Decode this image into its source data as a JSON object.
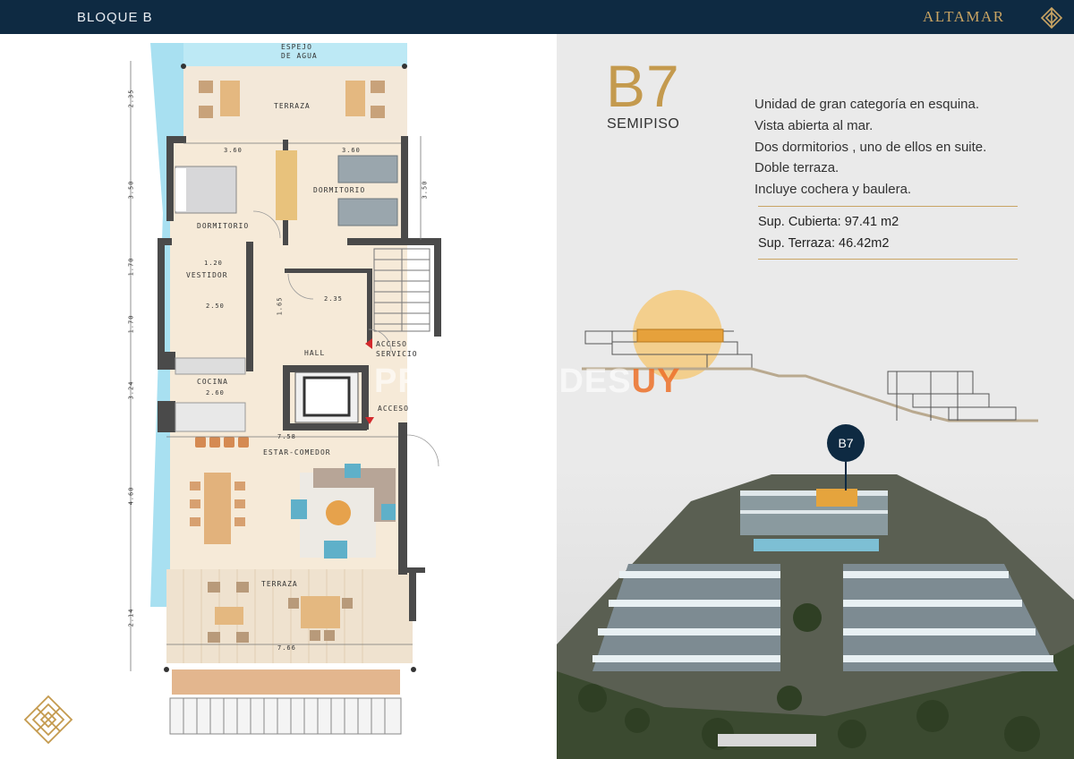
{
  "header": {
    "block": "BLOQUE B",
    "brand": "ALTAMAR",
    "brand_icon": "diamond-logo-icon"
  },
  "unit": {
    "code": "B7",
    "type": "SEMIPISO",
    "features": [
      "Unidad de gran categoría en esquina.",
      "Vista abierta al mar.",
      "Dos dormitorios , uno de ellos en suite.",
      "Doble terraza.",
      "Incluye cochera y baulera."
    ],
    "specs": [
      "Sup. Cubierta: 97.41 m2",
      "Sup. Terraza: 46.42m2"
    ],
    "marker": "B7"
  },
  "plan": {
    "rooms": {
      "espejo_1": "ESPEJO",
      "espejo_2": "DE AGUA",
      "terraza_top": "TERRAZA",
      "dormitorio_1": "DORMITORIO",
      "dormitorio_2": "DORMITORIO",
      "vestidor": "VESTIDOR",
      "hall": "HALL",
      "acceso_servicio_1": "ACCESO",
      "acceso_servicio_2": "SERVICIO",
      "acceso": "ACCESO",
      "cocina": "COCINA",
      "estar_comedor": "ESTAR-COMEDOR",
      "terraza_bottom": "TERRAZA"
    },
    "dimensions": {
      "d_360a": "3.60",
      "d_360b": "3.60",
      "d_120": "1.20",
      "d_250": "2.50",
      "d_235": "2.35",
      "d_260": "2.60",
      "d_758": "7.58",
      "d_766": "7.66",
      "v_235": "2.35",
      "v_350a": "3.50",
      "v_350b": "3.50",
      "v_170a": "1.70",
      "v_170b": "1.70",
      "v_165": "1.65",
      "v_324": "3.24",
      "v_460": "4.60",
      "v_214": "2.14"
    }
  },
  "watermark": {
    "main": "PROPIEDADES",
    "accent": "UY"
  },
  "colors": {
    "navy": "#0e2a42",
    "gold": "#c49a4e",
    "wood": "#e6c9a3",
    "water": "#9fdcef"
  }
}
